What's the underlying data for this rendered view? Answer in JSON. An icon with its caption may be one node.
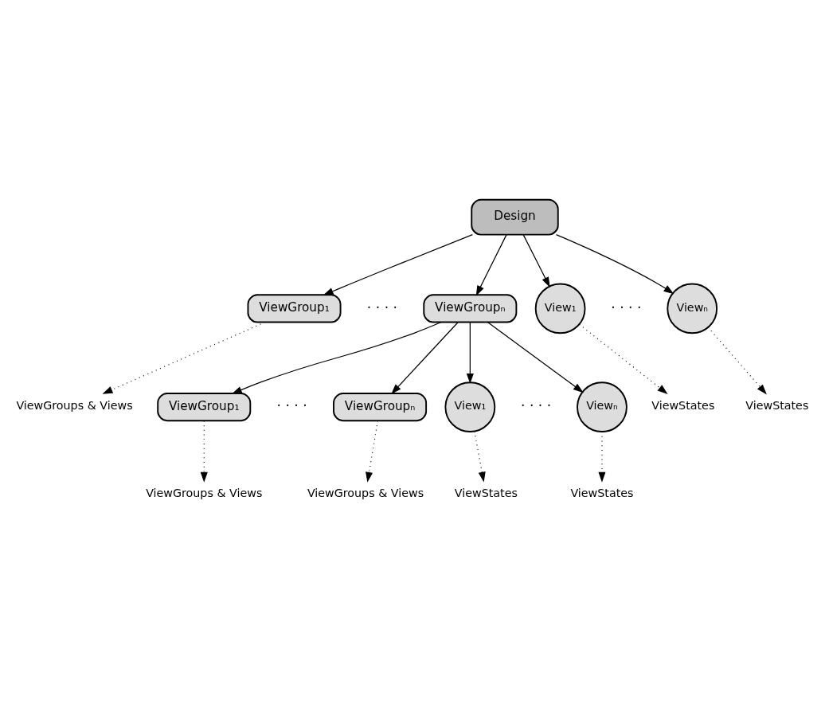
{
  "diagram": {
    "nodes": [
      {
        "text": [
          "Design"
        ]
      },
      {
        "text": [
          "ViewGroup₁"
        ]
      },
      {
        "text": [
          "ViewGroupₙ"
        ]
      },
      {
        "text": [
          "View₁"
        ]
      },
      {
        "text": [
          "Viewₙ"
        ]
      },
      {
        "text": [
          "ViewGroups & Views"
        ]
      },
      {
        "text": [
          "ViewStates"
        ]
      },
      {
        "text": [
          "ViewStates"
        ]
      },
      {
        "text": [
          "ViewGroup₁"
        ]
      },
      {
        "text": [
          "ViewGroupₙ"
        ]
      },
      {
        "text": [
          "View₁"
        ]
      },
      {
        "text": [
          "Viewₙ"
        ]
      },
      {
        "text": [
          "ViewGroups & Views"
        ]
      },
      {
        "text": [
          "ViewGroups & Views"
        ]
      },
      {
        "text": [
          "ViewStates"
        ]
      },
      {
        "text": [
          "ViewStates"
        ]
      }
    ],
    "edges": [
      {
        "from": 0,
        "to": 1,
        "arrow": "to"
      },
      {
        "from": 0,
        "to": 2,
        "arrow": "to"
      },
      {
        "from": 0,
        "to": 3,
        "arrow": "to"
      },
      {
        "from": 0,
        "to": 4,
        "arrow": "to"
      },
      {
        "from": 1,
        "to": 5,
        "arrow": "to",
        "style": "dashed"
      },
      {
        "from": 3,
        "to": 6,
        "arrow": "to",
        "style": "dashed"
      },
      {
        "from": 4,
        "to": 7,
        "arrow": "to",
        "style": "dashed"
      },
      {
        "from": 2,
        "to": 8,
        "arrow": "to"
      },
      {
        "from": 2,
        "to": 9,
        "arrow": "to"
      },
      {
        "from": 2,
        "to": 10,
        "arrow": "to"
      },
      {
        "from": 2,
        "to": 11,
        "arrow": "to"
      },
      {
        "from": 8,
        "to": 12,
        "arrow": "to",
        "style": "dashed"
      },
      {
        "from": 9,
        "to": 13,
        "arrow": "to",
        "style": "dashed"
      },
      {
        "from": 10,
        "to": 14,
        "arrow": "to",
        "style": "dashed"
      },
      {
        "from": 11,
        "to": 15,
        "arrow": "to",
        "style": "dashed"
      }
    ],
    "labels": [
      "· · · ·",
      "· · · ·",
      "· · · ·",
      "· · · ·"
    ]
  }
}
